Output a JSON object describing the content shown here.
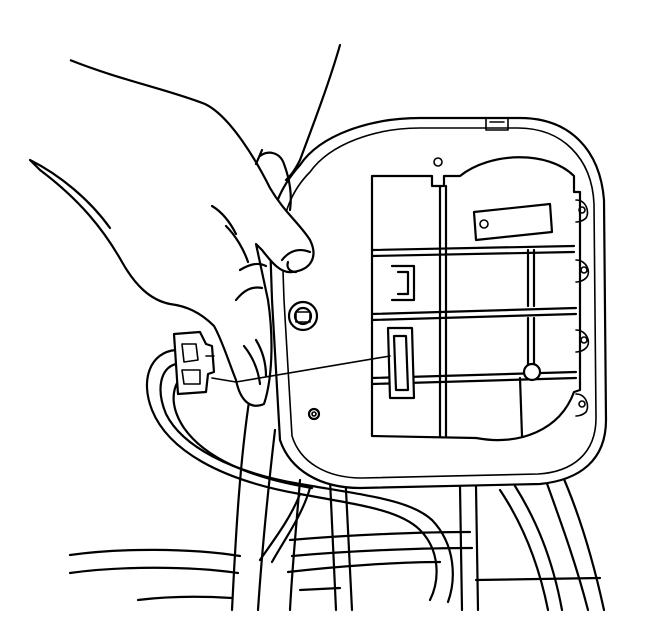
{
  "figure": {
    "kind": "technical line illustration",
    "colors": {
      "ink": "#000000",
      "paper": "#ffffff"
    },
    "components": [
      "hand",
      "cover-panel",
      "wire-harness",
      "electrical-connector",
      "connector-socket",
      "seat-frame"
    ]
  }
}
